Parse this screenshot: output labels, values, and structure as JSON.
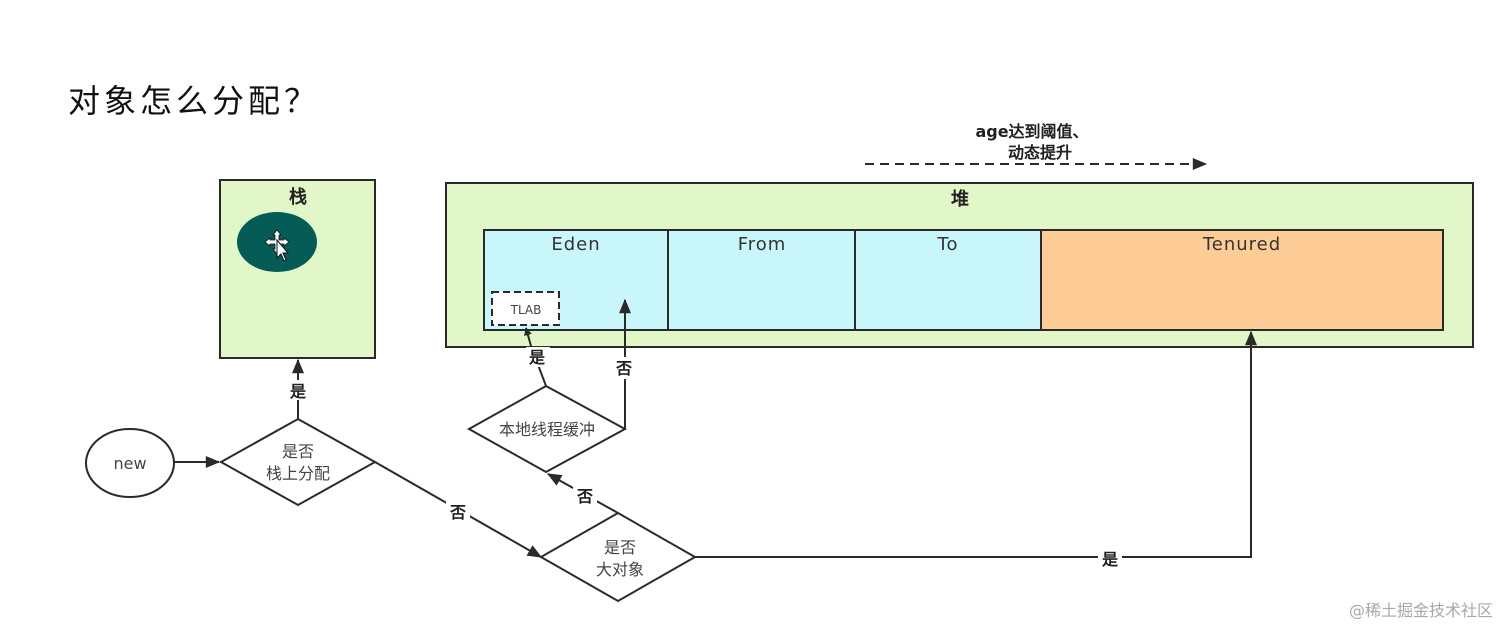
{
  "title": "对象怎么分配？",
  "colors": {
    "stack_fill": "#e2f7c7",
    "heap_fill": "#e2f7c7",
    "young_fill": "#c8f6fb",
    "tenured_fill": "#fecd97",
    "stack_object_fill": "#055c56",
    "stroke": "#2a2a2a"
  },
  "stack": {
    "label": "栈",
    "object_icon": "move-cursor-icon"
  },
  "heap": {
    "label": "堆",
    "regions": [
      {
        "id": "eden",
        "label": "Eden"
      },
      {
        "id": "from",
        "label": "From"
      },
      {
        "id": "to",
        "label": "To"
      },
      {
        "id": "tenured",
        "label": "Tenured"
      }
    ],
    "tlab_label": "TLAB"
  },
  "promotion": {
    "line1": "age达到阈值、",
    "line2": "动态提升"
  },
  "nodes": {
    "start": "new",
    "stack_alloc_decision": {
      "line1": "是否",
      "line2": "栈上分配"
    },
    "tlab_decision": {
      "line1": "本地线程缓冲"
    },
    "large_object_decision": {
      "line1": "是否",
      "line2": "大对象"
    }
  },
  "edges": {
    "stack_yes": "是",
    "stack_no": "否",
    "tlab_yes": "是",
    "tlab_no": "否",
    "large_no": "否",
    "large_yes": "是"
  },
  "watermark": "@稀土掘金技术社区"
}
